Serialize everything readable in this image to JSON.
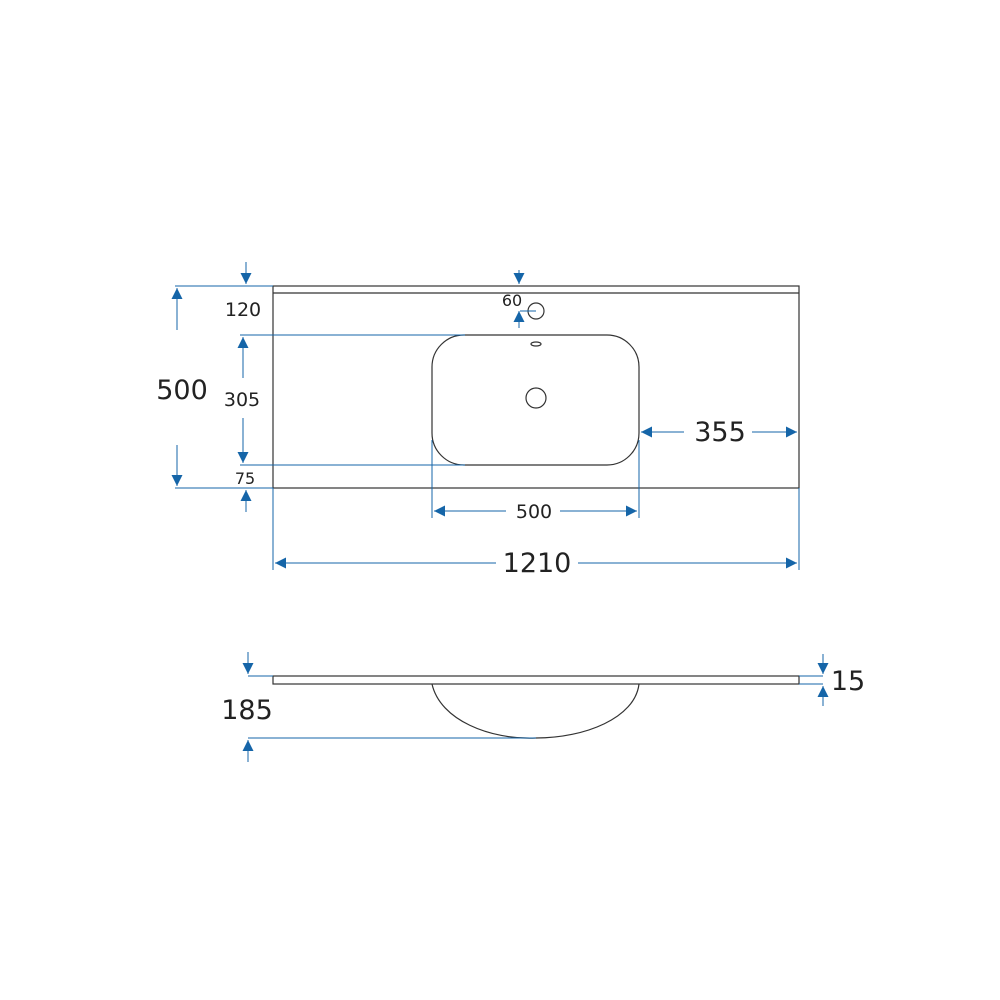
{
  "colors": {
    "dimension": "#1565a8",
    "outline": "#333333",
    "background": "#ffffff"
  },
  "top_view": {
    "overall_depth": "500",
    "backsplash_depth": "120",
    "bowl_depth": "305",
    "front_margin": "75",
    "tap_hole": "60",
    "right_offset": "355",
    "bowl_width": "500",
    "overall_width": "1210"
  },
  "side_view": {
    "total_height": "185",
    "slab_thickness": "15"
  }
}
